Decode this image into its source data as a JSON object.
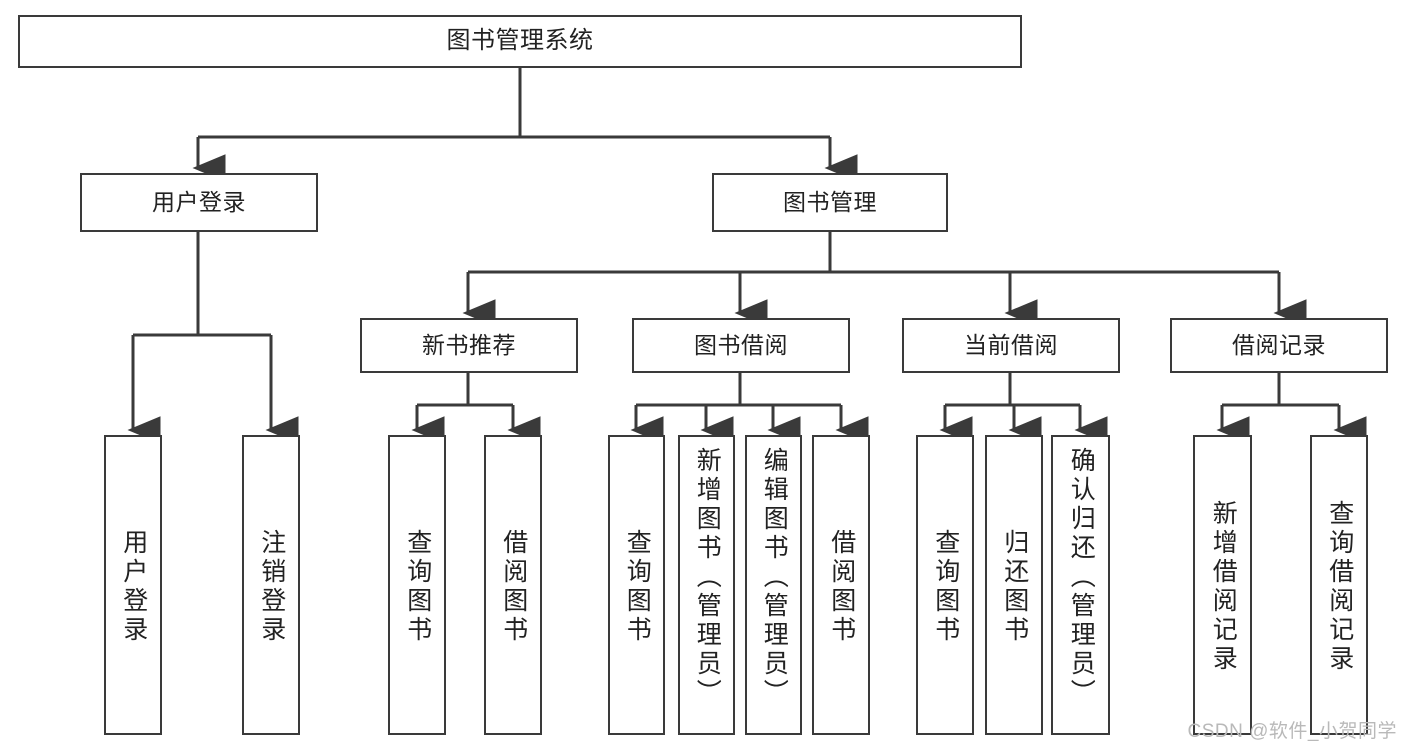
{
  "diagram": {
    "title": "图书管理系统",
    "type": "functional-structure-tree",
    "colors": {
      "stroke": "#3a3a3a",
      "fill": "#ffffff",
      "text": "#222222",
      "watermark": "#b9b9b9"
    }
  },
  "root": {
    "label": "图书管理系统"
  },
  "level2": [
    {
      "label": "用户登录"
    },
    {
      "label": "图书管理"
    }
  ],
  "level3": [
    {
      "label": "新书推荐"
    },
    {
      "label": "图书借阅"
    },
    {
      "label": "当前借阅"
    },
    {
      "label": "借阅记录"
    }
  ],
  "leaves": {
    "user_login": [
      {
        "label": "用户登录"
      },
      {
        "label": "注销登录"
      }
    ],
    "new_book_recommend": [
      {
        "label": "查询图书"
      },
      {
        "label": "借阅图书"
      }
    ],
    "book_borrow": [
      {
        "label": "查询图书"
      },
      {
        "label": "新增图书（管理员）"
      },
      {
        "label": "编辑图书（管理员）"
      },
      {
        "label": "借阅图书"
      }
    ],
    "current_borrow": [
      {
        "label": "查询图书"
      },
      {
        "label": "归还图书"
      },
      {
        "label": "确认归还（管理员）"
      }
    ],
    "borrow_records": [
      {
        "label": "新增借阅记录"
      },
      {
        "label": "查询借阅记录"
      }
    ]
  },
  "watermark": {
    "text": "CSDN @软件_小贺同学"
  }
}
